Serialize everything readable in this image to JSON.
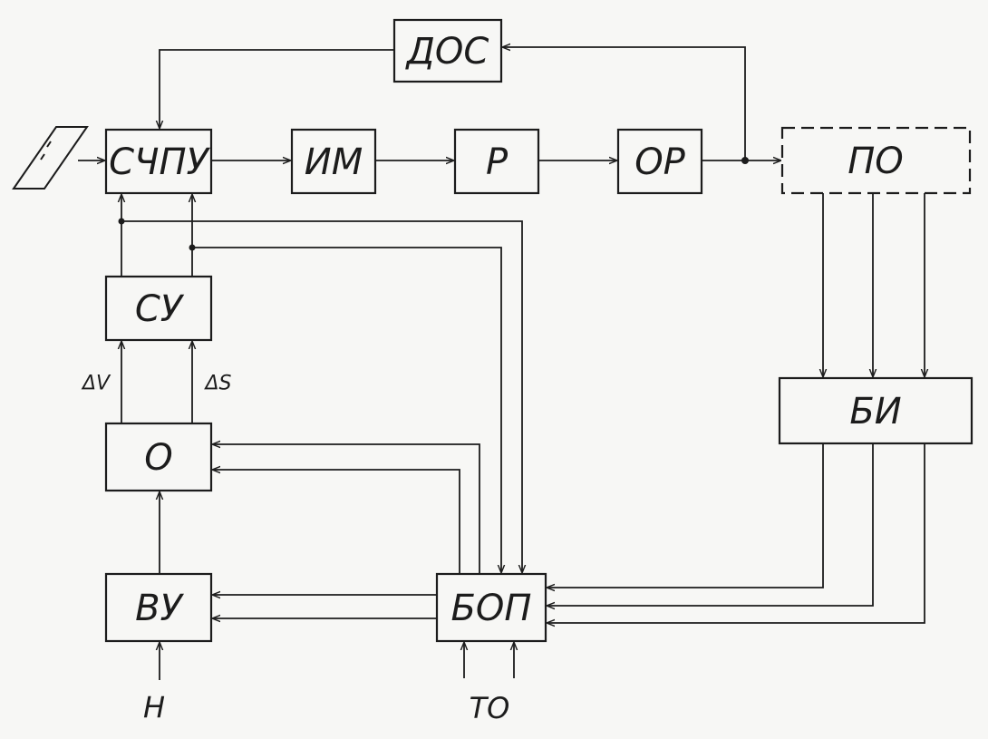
{
  "blocks": {
    "dos": "ДОС",
    "schpu": "СЧПУ",
    "im": "ИМ",
    "r": "Р",
    "or": "ОР",
    "po": "ПО",
    "su": "СУ",
    "o": "О",
    "bi": "БИ",
    "vu": "ВУ",
    "bop": "БОП"
  },
  "signals": {
    "delta_v": "ΔV",
    "delta_s": "ΔS"
  },
  "inputs": {
    "h": "Н",
    "to": "ТО"
  }
}
